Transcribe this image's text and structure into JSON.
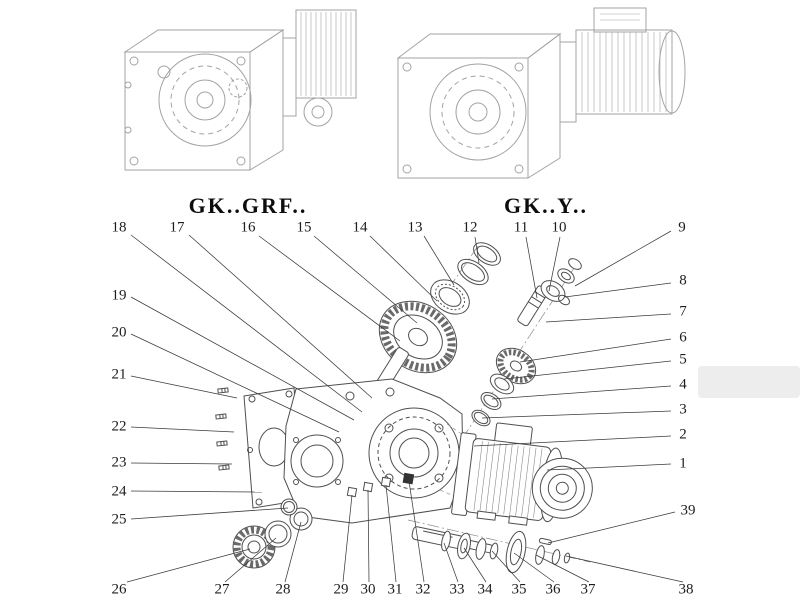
{
  "models": {
    "grf": "GK..GRF..",
    "y": "GK..Y.."
  },
  "colors": {
    "ink": "#4f4f4f",
    "light_ink": "#a3a3a3",
    "leader": "#3a3a3a",
    "background": "#ffffff"
  },
  "callouts": {
    "1": "1",
    "2": "2",
    "3": "3",
    "4": "4",
    "5": "5",
    "6": "6",
    "7": "7",
    "8": "8",
    "9": "9",
    "10": "10",
    "11": "11",
    "12": "12",
    "13": "13",
    "14": "14",
    "15": "15",
    "16": "16",
    "17": "17",
    "18": "18",
    "19": "19",
    "20": "20",
    "21": "21",
    "22": "22",
    "23": "23",
    "24": "24",
    "25": "25",
    "26": "26",
    "27": "27",
    "28": "28",
    "29": "29",
    "30": "30",
    "31": "31",
    "32": "32",
    "33": "33",
    "34": "34",
    "35": "35",
    "36": "36",
    "37": "37",
    "38": "38",
    "39": "39"
  }
}
